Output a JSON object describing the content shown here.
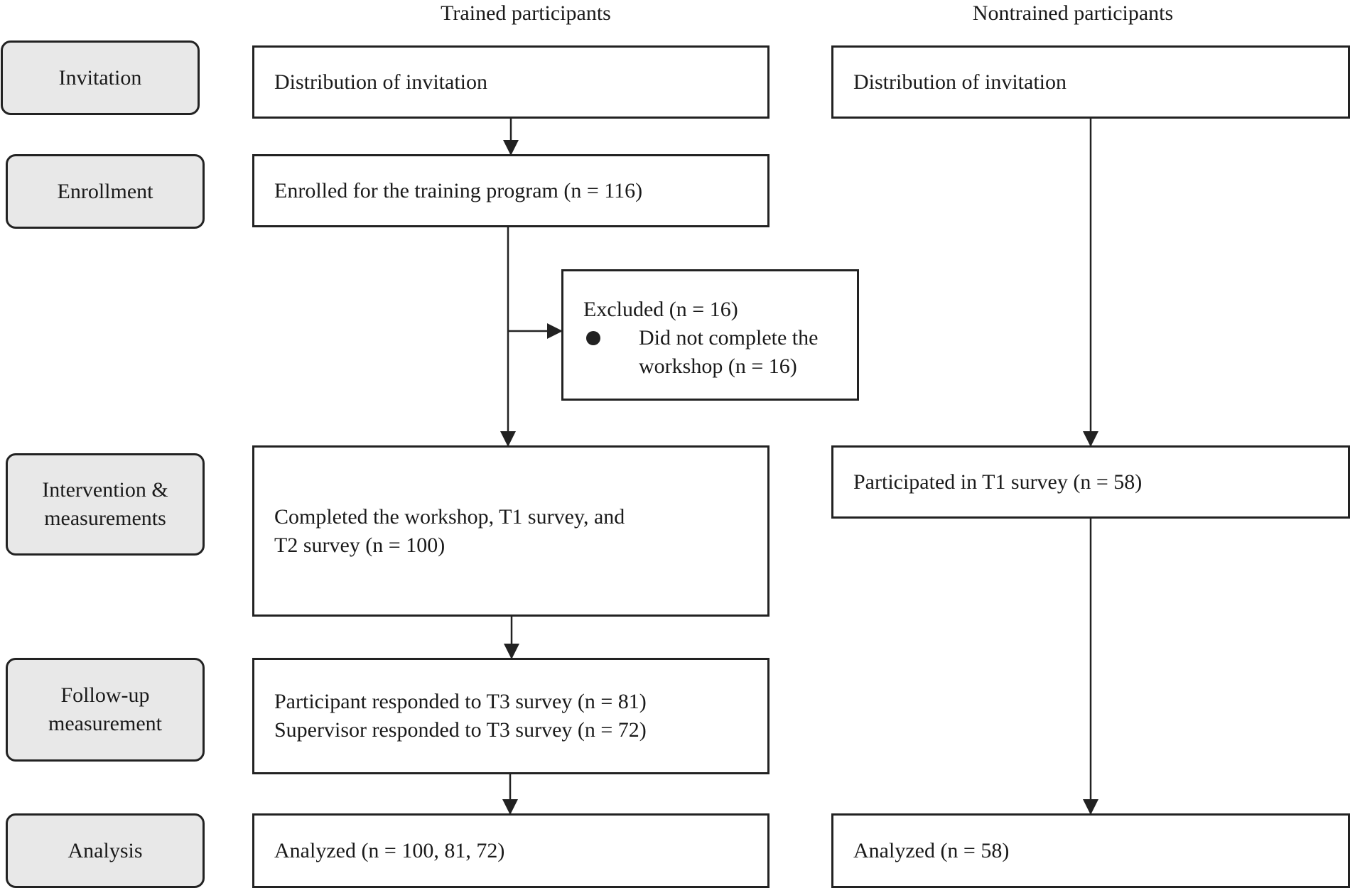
{
  "columns": {
    "trained": "Trained participants",
    "nontrained": "Nontrained participants"
  },
  "stages": {
    "invitation": [
      "Invitation"
    ],
    "enrollment": [
      "Enrollment"
    ],
    "intervention": [
      "Intervention &",
      "measurements"
    ],
    "followup": [
      "Follow-up",
      "measurement"
    ],
    "analysis": [
      "Analysis"
    ]
  },
  "trained": {
    "invitation": "Distribution of invitation",
    "enrolled": "Enrolled for the training program (n = 116)",
    "excluded": {
      "title": "Excluded (n = 16)",
      "reason": [
        "Did not complete the",
        "workshop (n = 16)"
      ]
    },
    "completed": [
      "Completed the workshop, T1 survey, and",
      "T2 survey (n = 100)"
    ],
    "followup": [
      "Participant responded to T3 survey (n = 81)",
      "Supervisor responded to T3 survey (n = 72)"
    ],
    "analyzed": "Analyzed (n = 100, 81, 72)"
  },
  "nontrained": {
    "invitation": "Distribution of invitation",
    "participated": "Participated in T1 survey (n = 58)",
    "analyzed": "Analyzed (n = 58)"
  },
  "colors": {
    "stroke": "#222222",
    "stage_fill": "#e8e8e8"
  }
}
